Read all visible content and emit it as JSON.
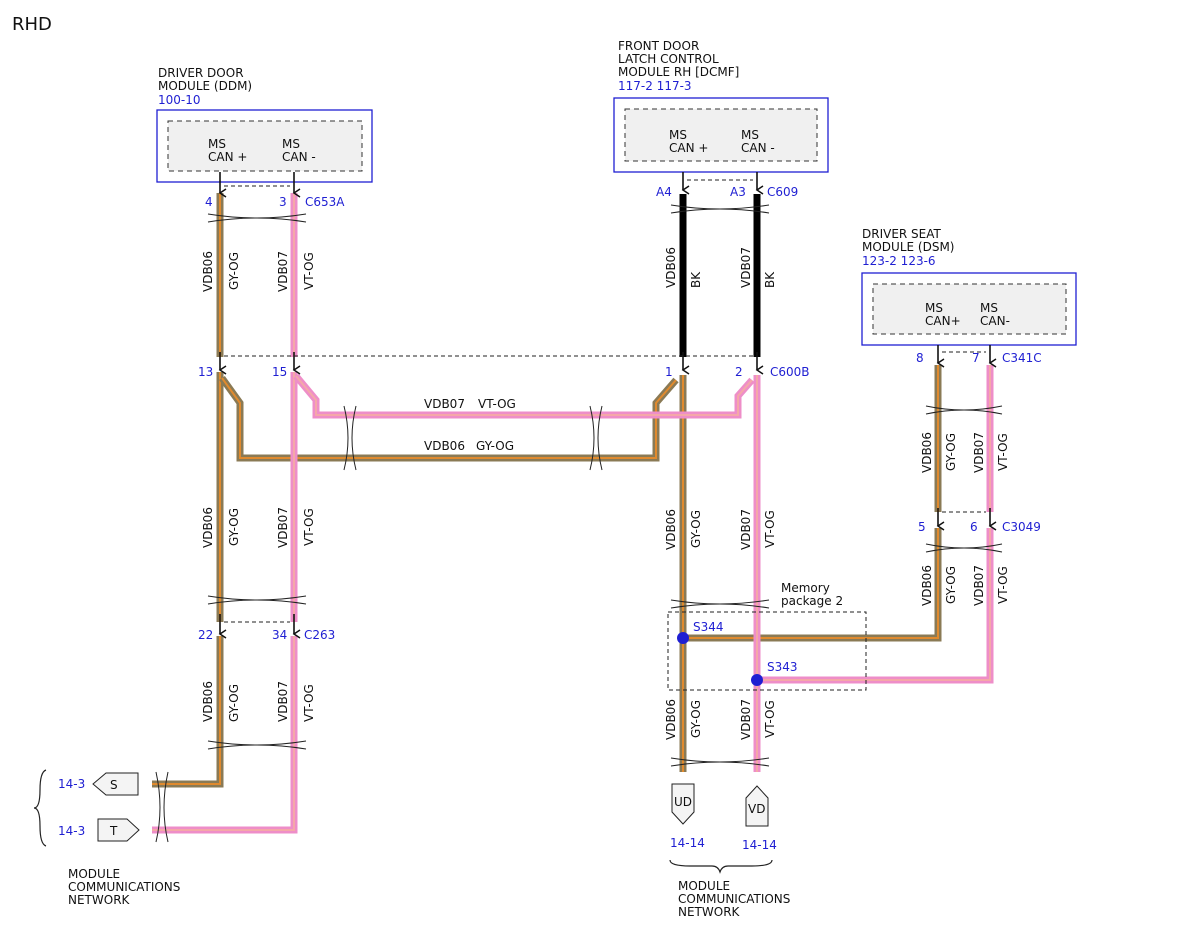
{
  "title": "RHD",
  "modules": {
    "ddm": {
      "name_lines": [
        "DRIVER DOOR",
        "MODULE (DDM)"
      ],
      "ref": "100-10",
      "pins": [
        {
          "line1": "MS",
          "line2": "CAN +"
        },
        {
          "line1": "MS",
          "line2": "CAN -"
        }
      ]
    },
    "dcmf": {
      "name_lines": [
        "FRONT DOOR",
        "LATCH CONTROL",
        "MODULE RH [DCMF]"
      ],
      "ref": "117-2 117-3",
      "pins": [
        {
          "line1": "MS",
          "line2": "CAN +"
        },
        {
          "line1": "MS",
          "line2": "CAN -"
        }
      ]
    },
    "dsm": {
      "name_lines": [
        "DRIVER SEAT",
        "MODULE (DSM)"
      ],
      "ref": "123-2 123-6",
      "pins": [
        {
          "line1": "MS",
          "line2": "CAN+"
        },
        {
          "line1": "MS",
          "line2": "CAN-"
        }
      ]
    }
  },
  "connectors": {
    "c653a": {
      "name": "C653A",
      "pins": [
        "4",
        "3"
      ]
    },
    "c609": {
      "name": "C609",
      "pins": [
        "A4",
        "A3"
      ]
    },
    "c600b": {
      "name": "C600B",
      "pins": [
        "13",
        "15",
        "1",
        "2"
      ]
    },
    "c263": {
      "name": "C263",
      "pins": [
        "22",
        "34"
      ]
    },
    "c341c": {
      "name": "C341C",
      "pins": [
        "8",
        "7"
      ]
    },
    "c3049": {
      "name": "C3049",
      "pins": [
        "5",
        "6"
      ]
    }
  },
  "wires": {
    "vdb06": "VDB06",
    "vdb07": "VDB07",
    "gyog": "GY-OG",
    "vtog": "VT-OG",
    "bk": "BK"
  },
  "splices": {
    "s344": "S344",
    "s343": "S343"
  },
  "memory_package": [
    "Memory",
    "package 2"
  ],
  "offpage": {
    "left_refs": [
      "14-3",
      "14-3"
    ],
    "left_tags": [
      "S",
      "T"
    ],
    "bottom_refs": [
      "14-14",
      "14-14"
    ],
    "bottom_tags": [
      "UD",
      "VD"
    ]
  },
  "network_label_lines": [
    "MODULE",
    "COMMUNICATIONS",
    "NETWORK"
  ],
  "colors": {
    "gyog_base": "#8a7a55",
    "gyog_stripe": "#e08a2e",
    "vtog_base": "#ee8ec8",
    "vtog_stripe": "#f4a8a8",
    "bk": "#000000",
    "module_border": "#1f1fd2",
    "ref_text": "#1f1fd2",
    "splice": "#1f1fd2"
  }
}
